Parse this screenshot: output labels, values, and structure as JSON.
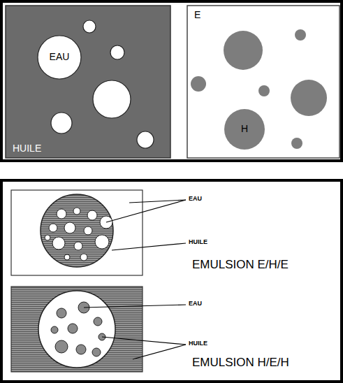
{
  "diagram": {
    "nodes": [
      {
        "text": [
          "HUILE"
        ]
      },
      {
        "text": [
          "EAU"
        ],
        "in": 0
      },
      {
        "text": [
          "E"
        ]
      },
      {
        "text": [
          "H"
        ],
        "in": 2
      }
    ],
    "labels": [
      "EAU",
      "HUILE",
      "EMULSION E/H/E",
      "EAU",
      "HUILE",
      "EMULSION H/E/H"
    ]
  }
}
